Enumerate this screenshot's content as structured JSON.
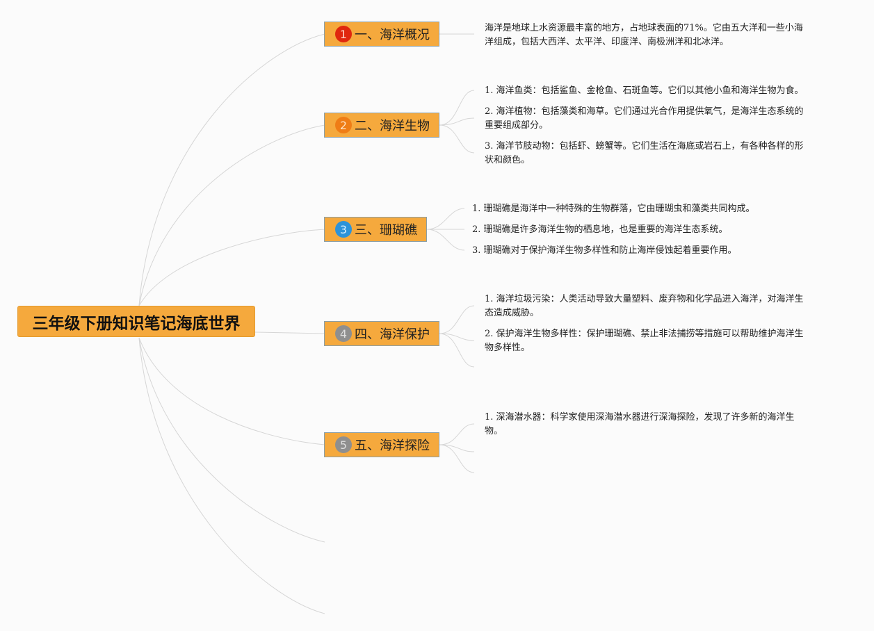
{
  "root": {
    "title": "三年级下册知识笔记海底世界"
  },
  "topics": [
    {
      "num": "1",
      "label": "一、海洋概况",
      "badge_color": "#e0270e",
      "badge_text_color": "#ffd5c8"
    },
    {
      "num": "2",
      "label": "二、海洋生物",
      "badge_color": "#ef7d16",
      "badge_text_color": "#ffe2c2"
    },
    {
      "num": "3",
      "label": "三、珊瑚礁",
      "badge_color": "#2e93d9",
      "badge_text_color": "#d8efff"
    },
    {
      "num": "4",
      "label": "四、海洋保护",
      "badge_color": "#8f8f8f",
      "badge_text_color": "#dedede"
    },
    {
      "num": "5",
      "label": "五、海洋探险",
      "badge_color": "#8f8f8f",
      "badge_text_color": "#dedede"
    }
  ],
  "notes": [
    [
      "海洋是地球上水资源最丰富的地方，占地球表面的71%。它由五大洋和一些小海",
      "洋组成，包括大西洋、太平洋、印度洋、南极洲洋和北冰洋。"
    ],
    [
      "1. 海洋鱼类：包括鲨鱼、金枪鱼、石斑鱼等。它们以其他小鱼和海洋生物为食。"
    ],
    [
      "2. 海洋植物：包括藻类和海草。它们通过光合作用提供氧气，是海洋生态系统的",
      "重要组成部分。"
    ],
    [
      "3. 海洋节肢动物：包括虾、螃蟹等。它们生活在海底或岩石上，有各种各样的形",
      "状和颜色。"
    ],
    [
      "1. 珊瑚礁是海洋中一种特殊的生物群落，它由珊瑚虫和藻类共同构成。"
    ],
    [
      "2. 珊瑚礁是许多海洋生物的栖息地，也是重要的海洋生态系统。"
    ],
    [
      "3. 珊瑚礁对于保护海洋生物多样性和防止海岸侵蚀起着重要作用。"
    ],
    [
      "1. 海洋垃圾污染：人类活动导致大量塑料、废弃物和化学品进入海洋，对海洋生",
      "态造成威胁。"
    ],
    [
      "2. 保护海洋生物多样性：保护珊瑚礁、禁止非法捕捞等措施可以帮助维护海洋生",
      "物多样性。"
    ],
    [
      "1. 深海潜水器：科学家使用深海潜水器进行深海探险，发现了许多新的海洋生",
      "物。"
    ]
  ]
}
